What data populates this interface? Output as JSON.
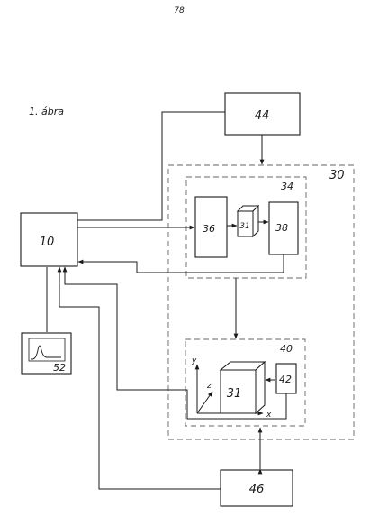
{
  "page_number": "78",
  "figure_label": "1. ábra",
  "blocks": {
    "b10": "10",
    "b44": "44",
    "b36": "36",
    "b31a": "31",
    "b38": "38",
    "b31b": "31",
    "b42": "42",
    "b46": "46",
    "b52": "52"
  },
  "groups": {
    "g30": "30",
    "g34": "34",
    "g40": "40"
  },
  "axes": {
    "y": "y",
    "z": "z",
    "x": "x"
  }
}
